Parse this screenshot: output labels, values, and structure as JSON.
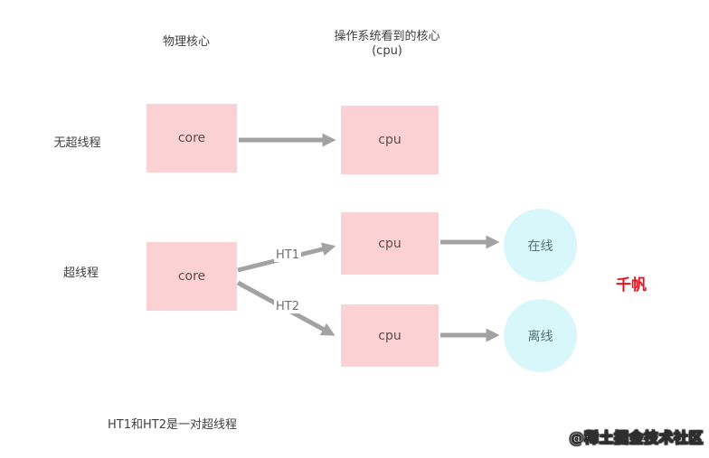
{
  "titles": {
    "physical_core": "物理核心",
    "os_view_line1": "操作系统看到的核心",
    "os_view_line2": "(cpu)"
  },
  "row1": {
    "label": "无超线程",
    "core_label": "core",
    "cpu_label": "cpu"
  },
  "row2": {
    "label": "超线程",
    "core_label": "core",
    "cpu1_label": "cpu",
    "cpu2_label": "cpu",
    "ht1": "HT1",
    "ht2": "HT2"
  },
  "states": {
    "online": "在线",
    "offline": "离线"
  },
  "caption": "HT1和HT2是一对超线程",
  "stamp": "千帆",
  "watermark": "@稀土掘金技术社区",
  "colors": {
    "box_pink": "#fbd1d3",
    "box_text": "#5e4d4e",
    "circle_cyan": "#d8f7fa",
    "circle_text": "#567079",
    "arrow_gray": "#a2a2a2",
    "label_gray": "#3f3f3f",
    "stamp_red": "#e71420"
  }
}
